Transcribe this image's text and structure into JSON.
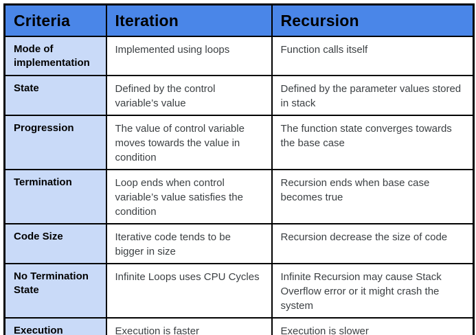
{
  "table": {
    "columns": [
      "Criteria",
      "Iteration",
      "Recursion"
    ],
    "rows": [
      {
        "criteria": "Mode of implementation",
        "iteration": "Implemented using loops",
        "recursion": "Function calls itself"
      },
      {
        "criteria": "State",
        "iteration": "Defined by the control variable’s value",
        "recursion": "Defined by the parameter values stored in stack"
      },
      {
        "criteria": "Progression",
        "iteration": "The value of control variable moves towards the value in condition",
        "recursion": "The function state converges towards the base case"
      },
      {
        "criteria": "Termination",
        "iteration": "Loop ends when control variable’s value satisfies the condition",
        "recursion": "Recursion ends when base case becomes true"
      },
      {
        "criteria": "Code Size",
        "iteration": "Iterative code tends to be bigger in size",
        "recursion": "Recursion decrease the size of code"
      },
      {
        "criteria": "No Termination State",
        "iteration": "Infinite Loops uses CPU Cycles",
        "recursion": "Infinite Recursion may cause Stack Overflow error or it might crash the system"
      },
      {
        "criteria": "Execution",
        "iteration": "Execution is faster",
        "recursion": "Execution is slower"
      }
    ]
  },
  "colors": {
    "header_bg": "#4a86e8",
    "criteria_bg": "#c9daf8",
    "border": "#000000",
    "header_text": "#000000",
    "body_text": "#3c4043"
  }
}
